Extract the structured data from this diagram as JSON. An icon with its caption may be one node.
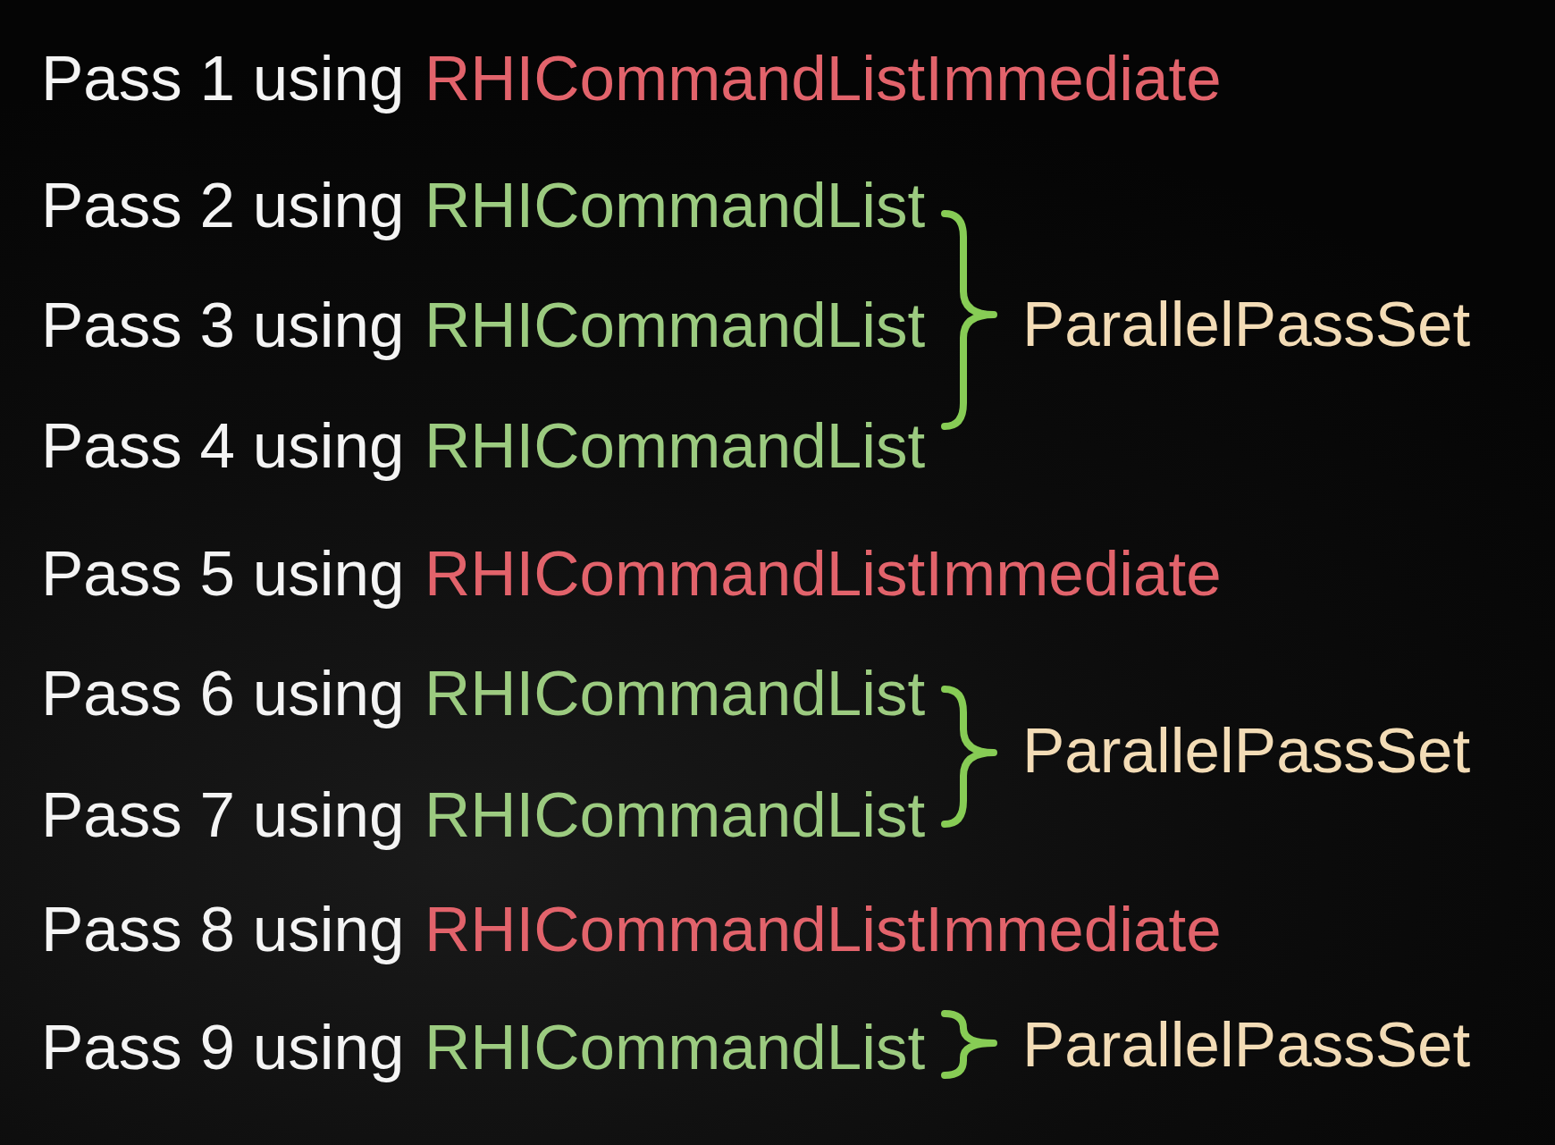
{
  "diagram": {
    "labels": [
      "Pass 1 using",
      "RHICommandListImmediate",
      "Pass 2 using",
      "RHICommandList",
      "Pass 3 using",
      "RHICommandList",
      "ParallelPassSet",
      "Pass 4 using",
      "RHICommandList",
      "Pass 5 using",
      "RHICommandListImmediate",
      "Pass 6 using",
      "RHICommandList",
      "ParallelPassSet",
      "Pass 7 using",
      "RHICommandList",
      "Pass 8 using",
      "RHICommandListImmediate",
      "Pass 9 using",
      "RHICommandList",
      "ParallelPassSet"
    ]
  }
}
